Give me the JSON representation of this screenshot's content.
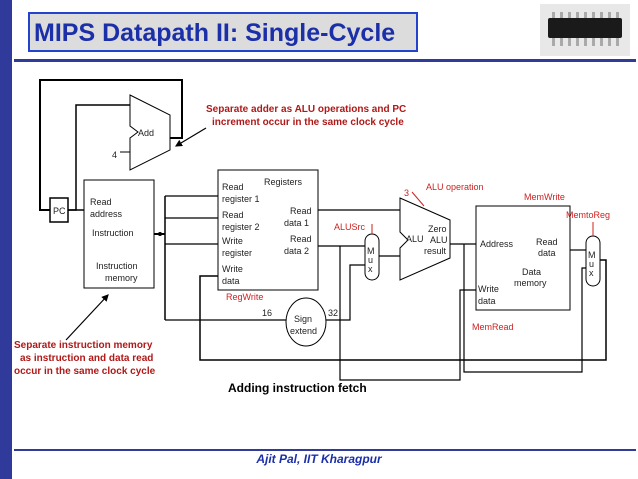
{
  "title": "MIPS Datapath II: Single-Cycle",
  "footer": "Ajit Pal, IIT Kharagpur",
  "caption": "Adding instruction fetch",
  "notes": {
    "adder_line1": "Separate adder as ALU operations and PC",
    "adder_line2": "increment occur in the same clock cycle",
    "mem_line1": "Separate instruction memory",
    "mem_line2": "as instruction and data read",
    "mem_line3": "occur in the same clock cycle"
  },
  "labels": {
    "add": "Add",
    "four": "4",
    "pc": "PC",
    "read_address_1": "Read",
    "read_address_2": "address",
    "instruction": "Instruction",
    "instr_mem_1": "Instruction",
    "instr_mem_2": "memory",
    "registers": "Registers",
    "read_reg1_a": "Read",
    "read_reg1_b": "register 1",
    "read_reg2_a": "Read",
    "read_reg2_b": "register 2",
    "write_reg_a": "Write",
    "write_reg_b": "register",
    "write_data_a": "Write",
    "write_data_b": "data",
    "read_data1_a": "Read",
    "read_data1_b": "data 1",
    "read_data2_a": "Read",
    "read_data2_b": "data 2",
    "regwrite": "RegWrite",
    "alusrc": "ALUSrc",
    "mux1": [
      "M",
      "u",
      "x"
    ],
    "alu_op_bits": "3",
    "alu_operation": "ALU operation",
    "alu": "ALU",
    "zero": "Zero",
    "alu_result_a": "ALU",
    "alu_result_b": "result",
    "memwrite": "MemWrite",
    "memtoreg": "MemtoReg",
    "address": "Address",
    "dm_read_a": "Read",
    "dm_read_b": "data",
    "dm_write_a": "Write",
    "dm_write_b": "data",
    "data_mem_a": "Data",
    "data_mem_b": "memory",
    "memread": "MemRead",
    "mux2": [
      "M",
      "u",
      "x"
    ],
    "sixteen": "16",
    "sign_a": "Sign",
    "sign_b": "extend",
    "thirtytwo": "32"
  },
  "colors": {
    "title": "#1b2fa8",
    "accent": "#2f3a9a",
    "note": "#b01818",
    "control": "#cc2222"
  }
}
